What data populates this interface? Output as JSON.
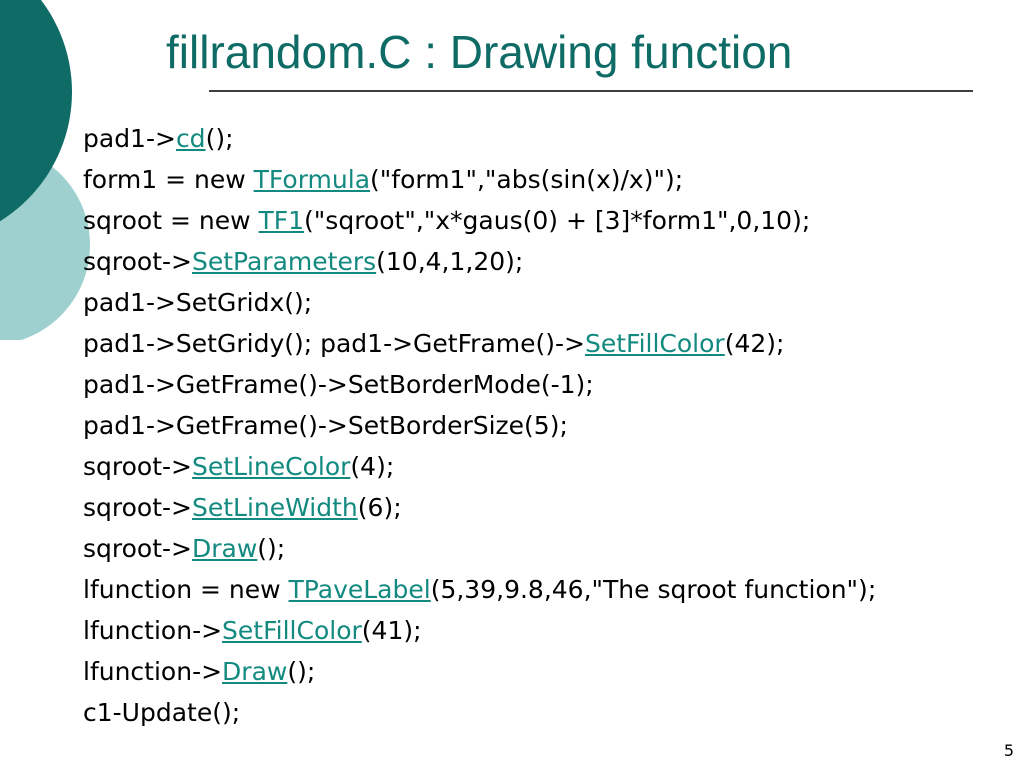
{
  "slide": {
    "title": "fillrandom.C : Drawing function",
    "page_number": "5"
  },
  "colors": {
    "title": "#0f6b65",
    "link": "#138a80",
    "deco_dark": "#0f6b65",
    "deco_light": "#9dd0cf"
  },
  "lines": [
    [
      {
        "t": "pad1->"
      },
      {
        "t": "cd",
        "link": true
      },
      {
        "t": "();"
      }
    ],
    [
      {
        "t": "form1 = new "
      },
      {
        "t": "TFormula",
        "link": true
      },
      {
        "t": "(\"form1\",\"abs(sin(x)/x)\");"
      }
    ],
    [
      {
        "t": "sqroot = new "
      },
      {
        "t": "TF1",
        "link": true
      },
      {
        "t": "(\"sqroot\",\"x*gaus(0) + [3]*form1\",0,10);"
      }
    ],
    [
      {
        "t": "sqroot->"
      },
      {
        "t": "SetParameters",
        "link": true
      },
      {
        "t": "(10,4,1,20);"
      }
    ],
    [
      {
        "t": "pad1->SetGridx();"
      }
    ],
    [
      {
        "t": "pad1->SetGridy(); pad1->GetFrame()->"
      },
      {
        "t": "SetFillColor",
        "link": true
      },
      {
        "t": "(42);"
      }
    ],
    [
      {
        "t": "pad1->GetFrame()->SetBorderMode(-1);"
      }
    ],
    [
      {
        "t": "pad1->GetFrame()->SetBorderSize(5);"
      }
    ],
    [
      {
        "t": "sqroot->"
      },
      {
        "t": "SetLineColor",
        "link": true
      },
      {
        "t": "(4);"
      }
    ],
    [
      {
        "t": "sqroot->"
      },
      {
        "t": "SetLineWidth",
        "link": true
      },
      {
        "t": "(6);"
      }
    ],
    [
      {
        "t": "sqroot->"
      },
      {
        "t": "Draw",
        "link": true
      },
      {
        "t": "();"
      }
    ],
    [
      {
        "t": "lfunction = new "
      },
      {
        "t": "TPaveLabel",
        "link": true
      },
      {
        "t": "(5,39,9.8,46,\"The sqroot function\");"
      }
    ],
    [
      {
        "t": "lfunction->"
      },
      {
        "t": "SetFillColor",
        "link": true
      },
      {
        "t": "(41);"
      }
    ],
    [
      {
        "t": "lfunction->"
      },
      {
        "t": "Draw",
        "link": true
      },
      {
        "t": "();"
      }
    ],
    [
      {
        "t": "c1-Update();"
      }
    ]
  ]
}
